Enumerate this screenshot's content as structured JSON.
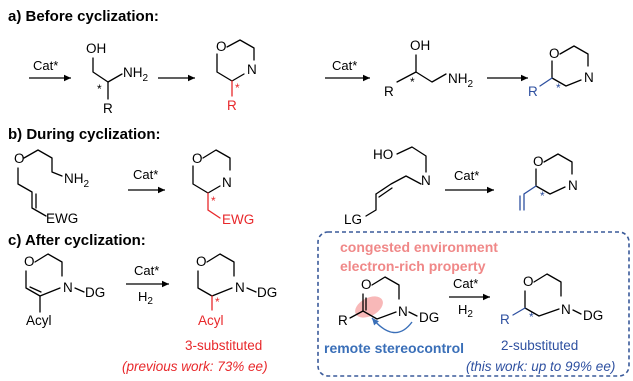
{
  "headings": {
    "a": "a) Before cyclization:",
    "b": "b) During cyclization:",
    "c": "c) After cyclization:"
  },
  "reagents": {
    "cat": "Cat*",
    "h2": "H2"
  },
  "atoms": {
    "oh": "OH",
    "ho": "HO",
    "nh2": "NH2",
    "n": "N",
    "o": "O",
    "r": "R",
    "star": "*",
    "ewg": "EWG",
    "lg": "LG",
    "acyl": "Acyl",
    "dg": "DG"
  },
  "box": {
    "congested": "congested environment",
    "electron": "electron-rich property",
    "remote": "remote stereocontrol"
  },
  "results": {
    "three_sub": "3-substituted",
    "previous": "(previous work: 73% ee)",
    "two_sub": "2-substituted",
    "this_work": "(this work: up to 99% ee)"
  },
  "colors": {
    "red": "#e8282b",
    "blue": "#2e50a0",
    "pink": "#f08888",
    "dashed_box": "#3a5a9a"
  }
}
